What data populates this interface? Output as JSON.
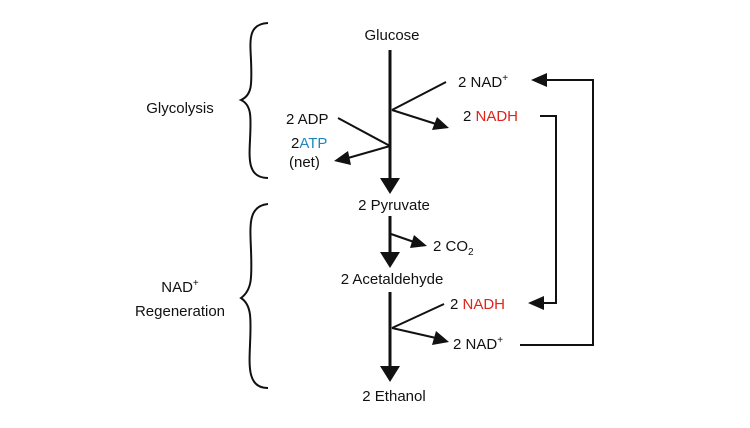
{
  "colors": {
    "ink": "#111111",
    "atp": "#1f86c1",
    "nadh": "#e0241b",
    "background": "#ffffff"
  },
  "sections": {
    "glycolysis": "Glycolysis",
    "regeneration_line1": "NAD",
    "regeneration_sup": "+",
    "regeneration_line2": "Regeneration"
  },
  "pathway": {
    "glucose": "Glucose",
    "pyruvate": "2 Pyruvate",
    "acetaldehyde": "2 Acetaldehyde",
    "ethanol": "2 Ethanol"
  },
  "side": {
    "nad_in_top": {
      "prefix": "2 NAD",
      "sup": "+"
    },
    "nadh_out_top": {
      "prefix": "2 ",
      "highlight": "NADH"
    },
    "adp": "2 ADP",
    "atp": {
      "prefix": "2",
      "highlight": "ATP"
    },
    "net": "(net)",
    "co2": {
      "prefix": "2 CO",
      "sub": "2"
    },
    "nadh_in_bottom": {
      "prefix": "2 ",
      "highlight": "NADH"
    },
    "nad_out_bottom": {
      "prefix": "2 NAD",
      "sup": "+"
    }
  }
}
